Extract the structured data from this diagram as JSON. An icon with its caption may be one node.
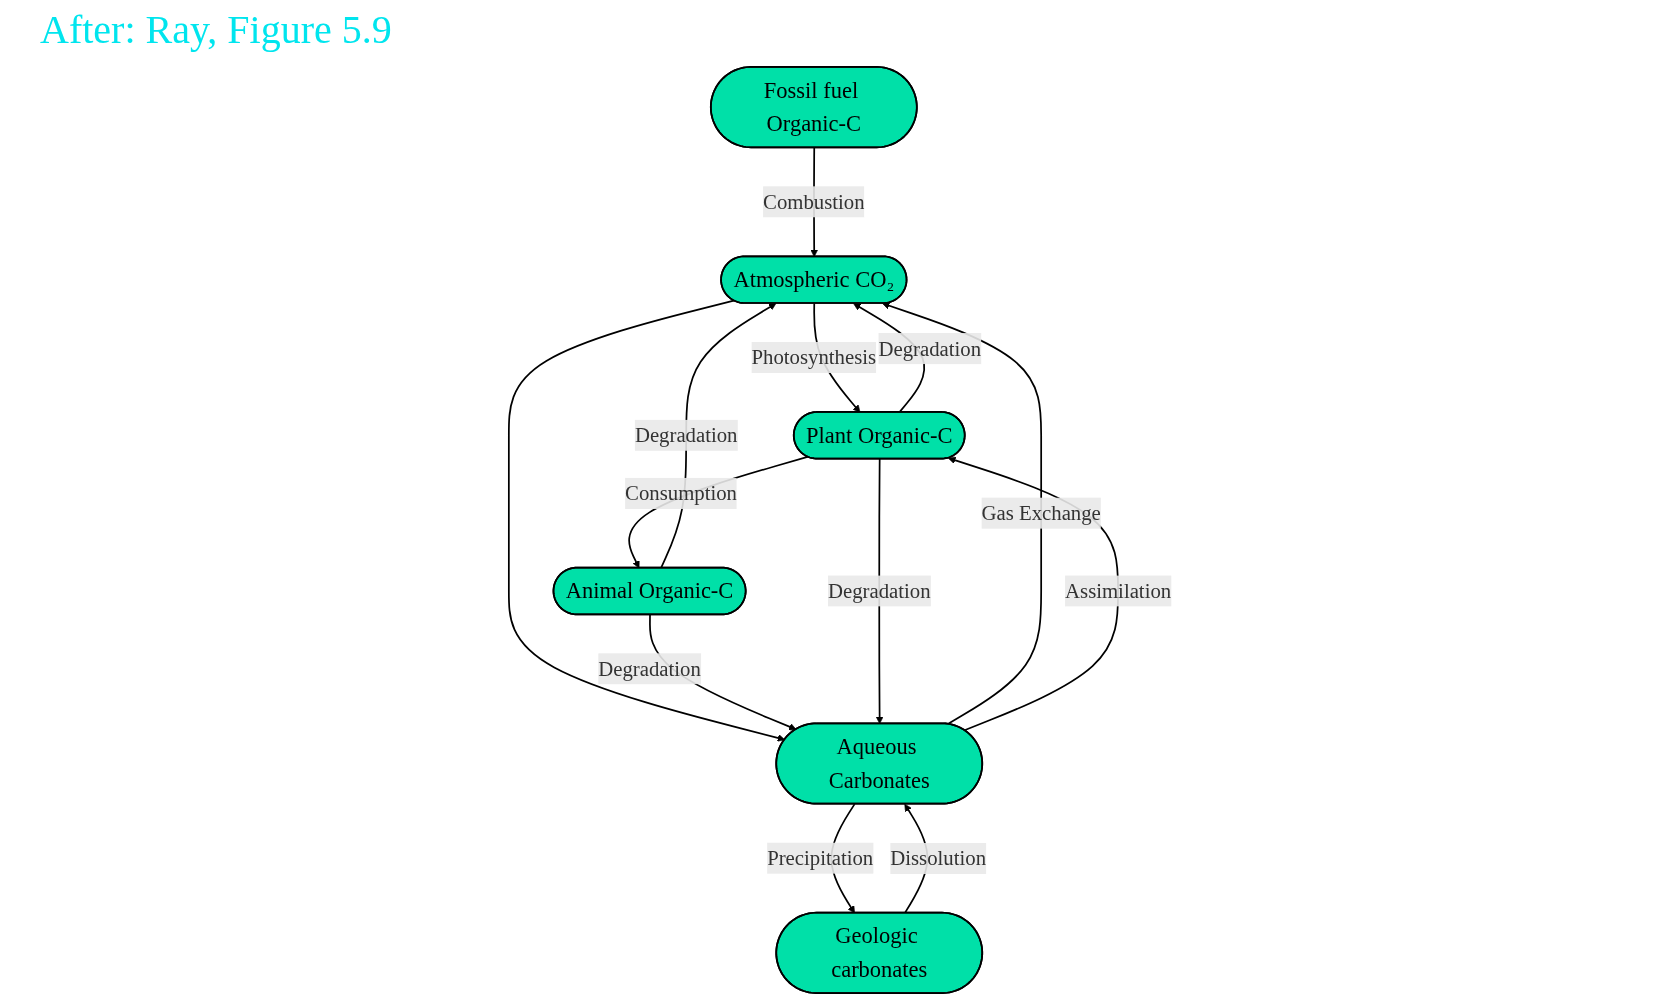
{
  "diagram": {
    "title": "After: Ray, Figure 5.9",
    "nodes": [
      {
        "text": [
          "Atmospheric CO₂"
        ]
      },
      {
        "text": [
          "Animal Organic-C"
        ]
      },
      {
        "text": [
          "Plant Organic-C"
        ]
      },
      {
        "text": [
          "Geologic carbonates"
        ]
      },
      {
        "text": [
          "Aqueous Carbonates"
        ]
      },
      {
        "text": [
          "Fossil fuel Organic-C"
        ]
      }
    ],
    "edges": [
      {
        "from": 1,
        "to": 0,
        "arrow": "to",
        "label": "Degradation"
      },
      {
        "from": 0,
        "to": 2,
        "arrow": "to",
        "label": "Photosynthesis"
      },
      {
        "from": 2,
        "to": 0,
        "arrow": "to",
        "label": "Degradation"
      },
      {
        "from": 5,
        "to": 0,
        "arrow": "to",
        "label": "Combustion"
      },
      {
        "from": 2,
        "to": 1,
        "arrow": "to",
        "label": "Consumption"
      },
      {
        "from": 4,
        "to": 0,
        "arrow": "to",
        "label": "Gas Exchange"
      },
      {
        "from": 0,
        "to": 4,
        "arrow": "to"
      },
      {
        "from": 1,
        "to": 4,
        "arrow": "to",
        "label": "Degradation"
      },
      {
        "from": 2,
        "to": 4,
        "arrow": "to",
        "label": "Degradation"
      },
      {
        "from": 4,
        "to": 2,
        "arrow": "to",
        "label": "Assimilation"
      },
      {
        "from": 3,
        "to": 4,
        "arrow": "to",
        "label": "Dissolution"
      },
      {
        "from": 4,
        "to": 3,
        "arrow": "to",
        "label": "Precipitation"
      }
    ]
  }
}
